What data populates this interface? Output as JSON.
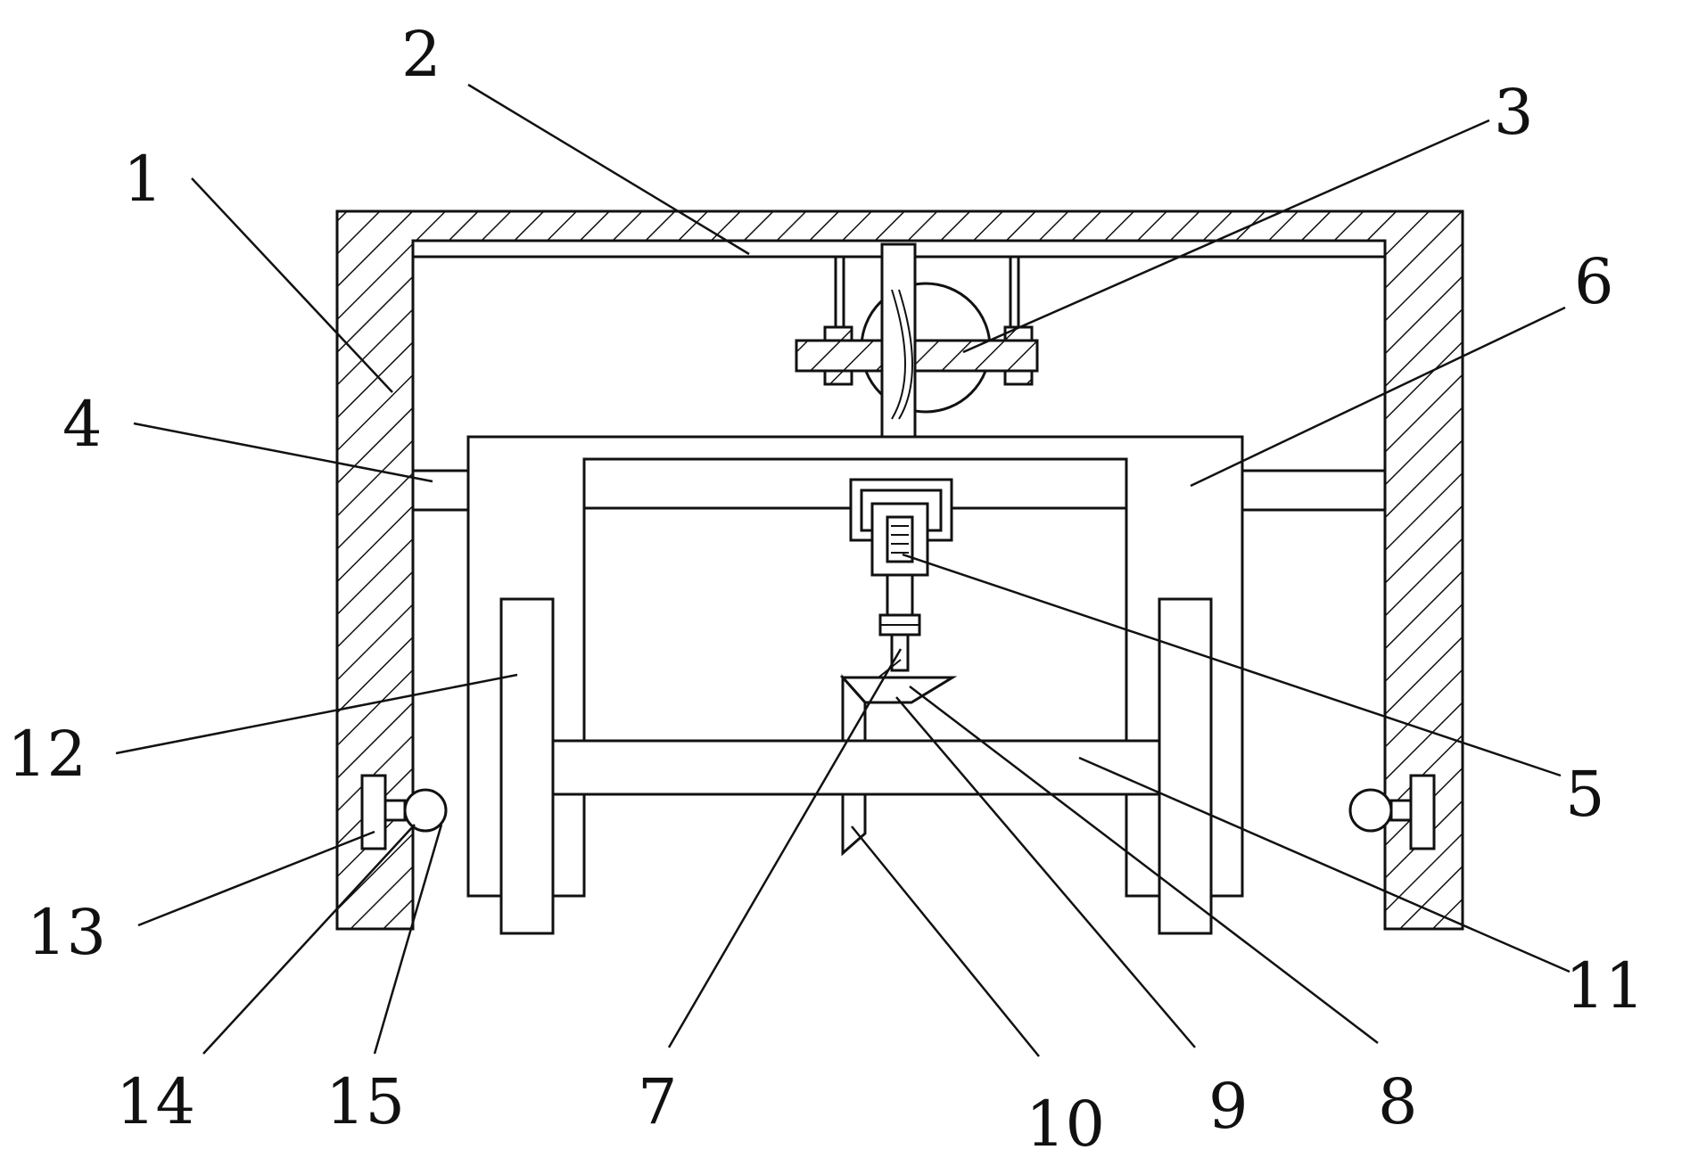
{
  "figure": {
    "labels": [
      {
        "id": "1",
        "text": "1"
      },
      {
        "id": "2",
        "text": "2"
      },
      {
        "id": "3",
        "text": "3"
      },
      {
        "id": "4",
        "text": "4"
      },
      {
        "id": "5",
        "text": "5"
      },
      {
        "id": "6",
        "text": "6"
      },
      {
        "id": "7",
        "text": "7"
      },
      {
        "id": "8",
        "text": "8"
      },
      {
        "id": "9",
        "text": "9"
      },
      {
        "id": "10",
        "text": "10"
      },
      {
        "id": "11",
        "text": "11"
      },
      {
        "id": "12",
        "text": "12"
      },
      {
        "id": "13",
        "text": "13"
      },
      {
        "id": "14",
        "text": "14"
      },
      {
        "id": "15",
        "text": "15"
      }
    ]
  },
  "colors": {
    "line": "#111111",
    "background": "#ffffff"
  }
}
